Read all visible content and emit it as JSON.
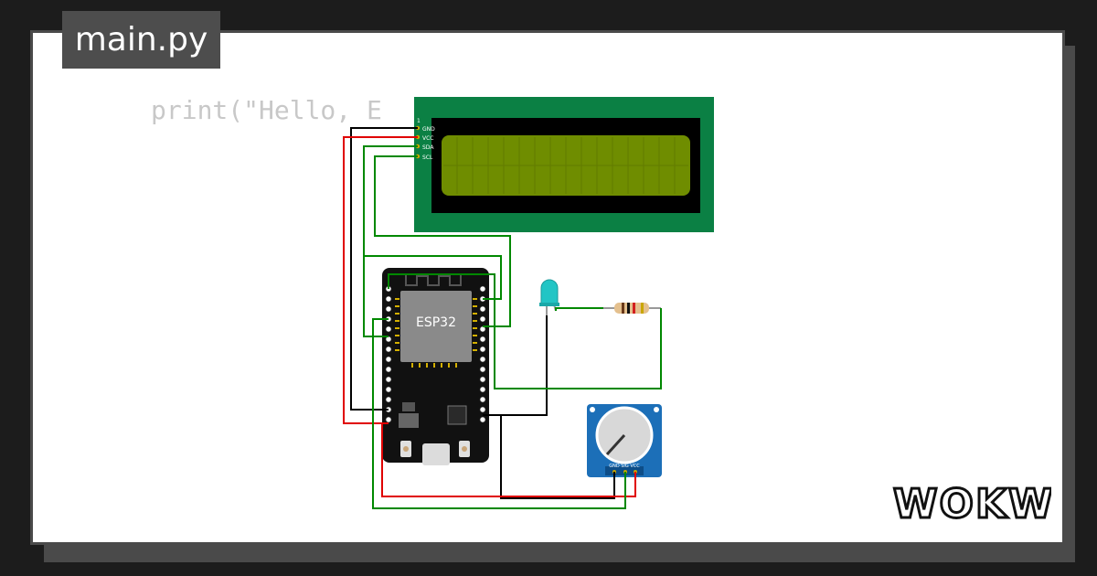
{
  "editor": {
    "file_tab": "main.py",
    "code_line": "print(\"Hello, E"
  },
  "circuit": {
    "lcd": {
      "pins": [
        "1",
        "GND",
        "VCC",
        "SDA",
        "SCL"
      ],
      "screen_color": "#6f8d00",
      "board_color": "#0b8044"
    },
    "esp32": {
      "label": "ESP32",
      "board_color": "#111111",
      "chip_color": "#8a8a8a"
    },
    "potentiometer": {
      "pins": "GND SIG VCC",
      "board_color": "#1c6fb8"
    },
    "wire_colors": {
      "red": "#e00000",
      "black": "#000000",
      "green": "#008800"
    }
  },
  "brand": {
    "logo_text": "WOKWi"
  }
}
